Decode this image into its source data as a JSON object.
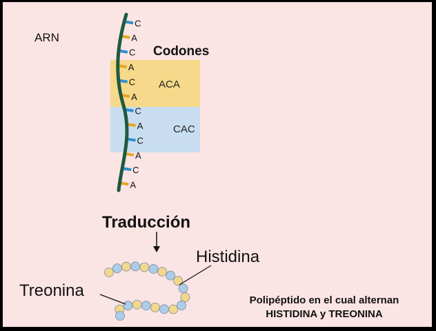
{
  "labels": {
    "arn": "ARN",
    "codones": "Codones",
    "codon_1": "ACA",
    "codon_2": "CAC",
    "traduccion": "Traducción",
    "histidina": "Histidina",
    "treonina": "Treonina",
    "caption_line_1": "Polipéptido en el cual alternan",
    "caption_line_2": "HISTIDINA y TREONINA"
  },
  "bases": [
    "C",
    "A",
    "C",
    "A",
    "C",
    "A",
    "C",
    "A",
    "C",
    "A",
    "C",
    "A"
  ],
  "colors": {
    "background": "#fbe4e4",
    "frame": "#000000",
    "strand": "#1e5a40",
    "base_c": "#2f8fd0",
    "base_a": "#e7a624",
    "codon_aca_box": "#f6d98a",
    "codon_cac_box": "#c8def0",
    "bead_yellow": "#f1d88c",
    "bead_blue": "#aecce8"
  }
}
